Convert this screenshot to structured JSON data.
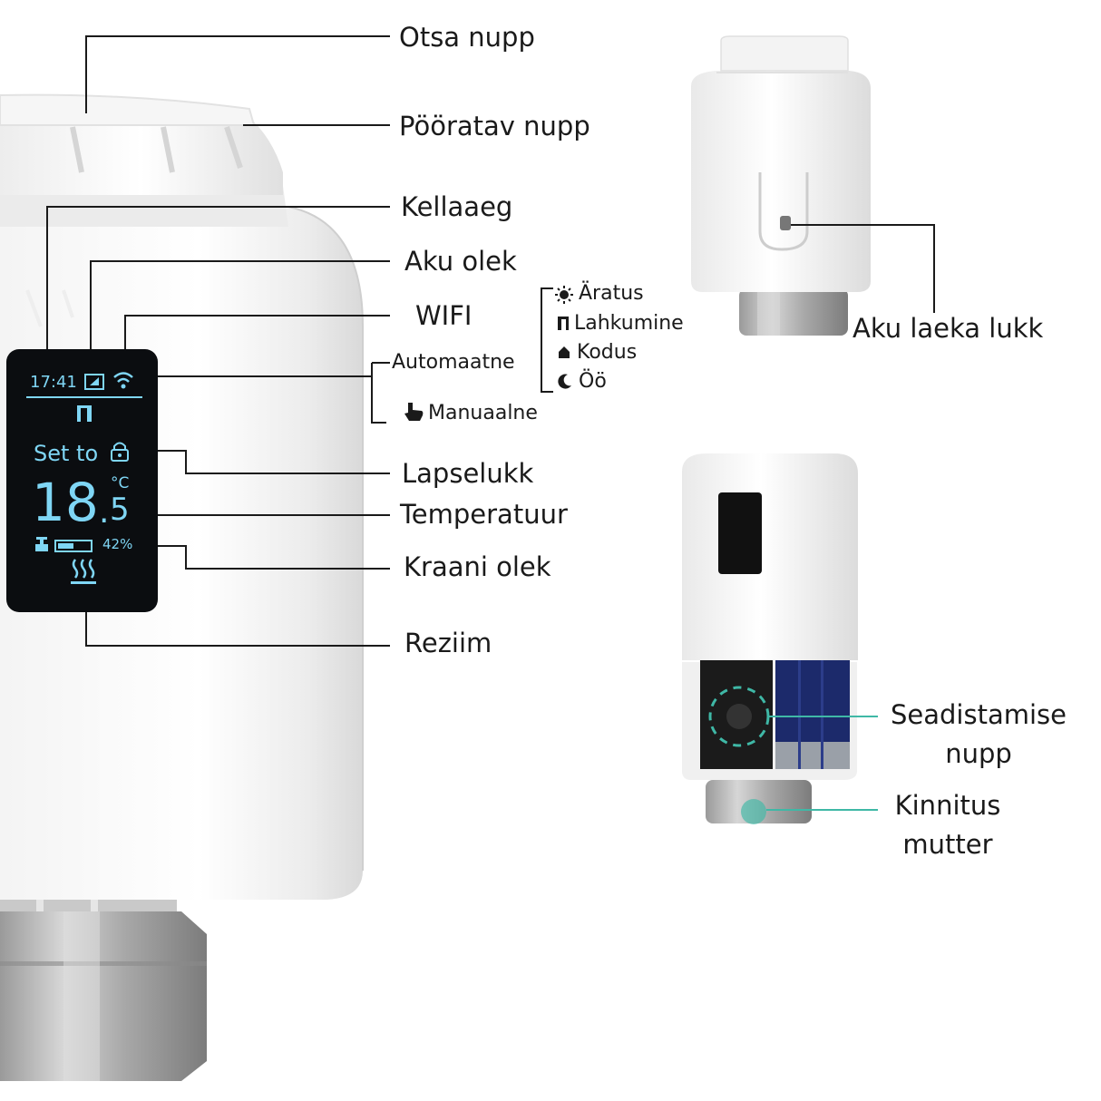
{
  "labels": {
    "top_knob": "Otsa nupp",
    "rotary_knob": "Pööratav nupp",
    "clock": "Kellaaeg",
    "battery_status": "Aku olek",
    "wifi": "WIFI",
    "automatic": "Automaatne",
    "manual": "Manuaalne",
    "child_lock": "Lapselukk",
    "temperature": "Temperatuur",
    "valve_status": "Kraani olek",
    "mode": "Reziim",
    "battery_lock": "Aku laeka lukk",
    "setup_button_line1": "Seadistamise",
    "setup_button_line2": "nupp",
    "mount_nut_line1": "Kinnitus",
    "mount_nut_line2": "mutter"
  },
  "auto_modes": [
    {
      "label": "Äratus",
      "icon": "sun-icon"
    },
    {
      "label": "Lahkumine",
      "icon": "door-icon"
    },
    {
      "label": "Kodus",
      "icon": "home-icon"
    },
    {
      "label": "Öö",
      "icon": "moon-icon"
    }
  ],
  "display": {
    "time": "17:41",
    "set_to": "Set to",
    "temp_main": "18",
    "temp_dot": ".",
    "temp_decimal": "5",
    "unit": "°C",
    "valve_percent": "42%"
  },
  "colors": {
    "lcd_text": "#7fd6f5",
    "leader_line": "#1a1a1a",
    "accent_teal": "#3fb8a6",
    "battery_blue": "#1c2a6b"
  }
}
